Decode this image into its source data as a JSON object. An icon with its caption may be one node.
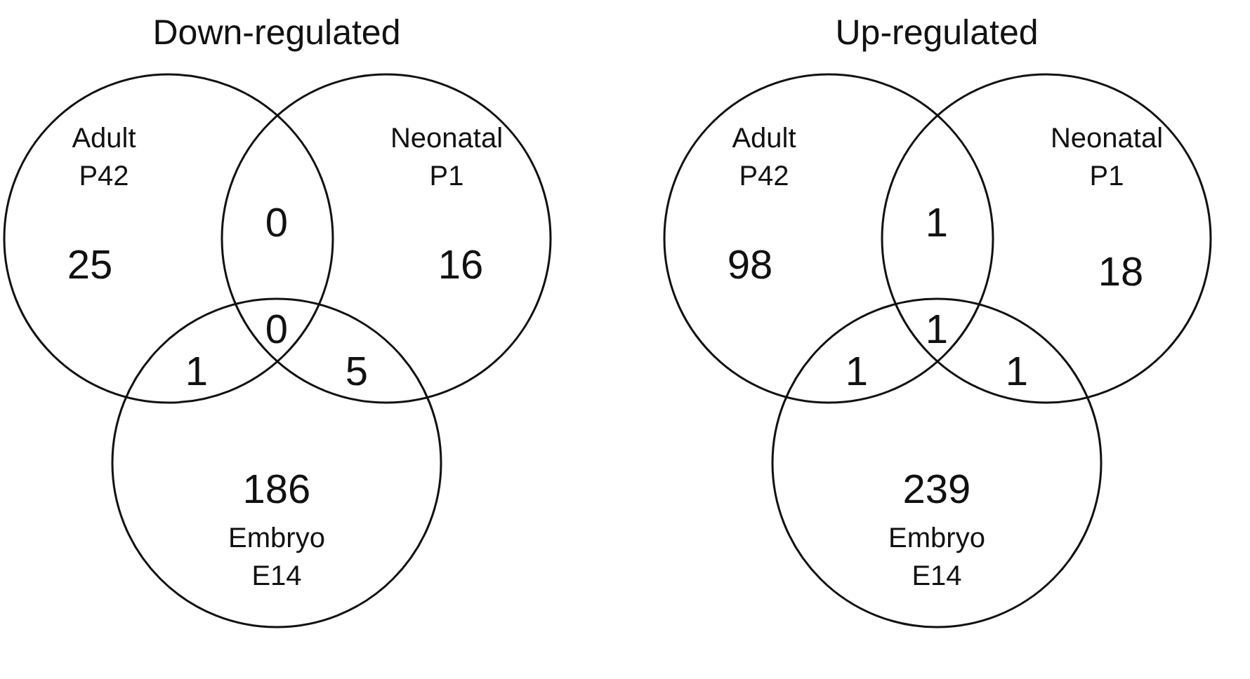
{
  "diagram": {
    "nodes": [
      {
        "text": [
          "Adult P42"
        ]
      },
      {
        "text": [
          "Neonatal P1"
        ]
      },
      {
        "text": [
          "Embryo E14"
        ]
      },
      {
        "text": [
          "Adult P42"
        ]
      },
      {
        "text": [
          "Neonatal P1"
        ]
      },
      {
        "text": [
          "Embryo E14"
        ]
      }
    ],
    "edges": [],
    "labels": [
      "Down-regulated",
      "Up-regulated",
      "0",
      "1",
      "25",
      "16",
      "98",
      "18",
      "0",
      "1",
      "1",
      "5",
      "1",
      "1",
      "186",
      "239"
    ]
  }
}
